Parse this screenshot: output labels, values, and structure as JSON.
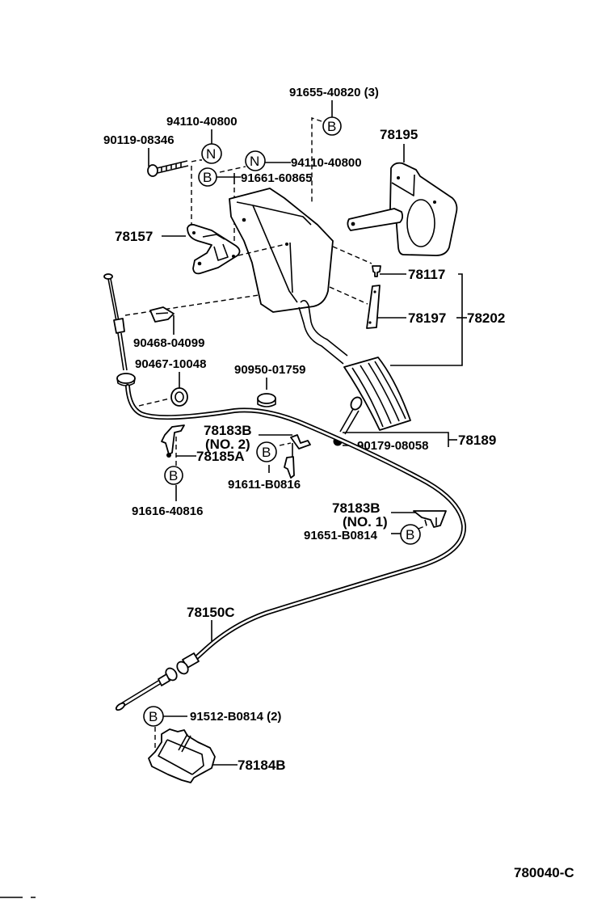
{
  "diagram": {
    "title": "Accelerator Pedal & Cable",
    "figure_code": "780040-C",
    "symbols": {
      "B": "B",
      "N": "N"
    },
    "parts": {
      "p91655": "91655-40820 (3)",
      "p94110_a": "94110-40800",
      "p90119": "90119-08346",
      "p94110_b": "94110-40800",
      "p91661": "91661-60865",
      "p78195": "78195",
      "p78157": "78157",
      "p78117": "78117",
      "p78197": "78197",
      "p78202": "78202",
      "p90468": "90468-04099",
      "p90467": "90467-10048",
      "p90950": "90950-01759",
      "p78183b_no2_a": "78183B",
      "p78183b_no2_b": "(NO. 2)",
      "p78185a": "78185A",
      "p91611": "91611-B0816",
      "p91616": "91616-40816",
      "p90179": "90179-08058",
      "p78189": "78189",
      "p78183b_no1_a": "78183B",
      "p78183b_no1_b": "(NO. 1)",
      "p91651": "91651-B0814",
      "p78150c": "78150C",
      "p91512": "91512-B0814 (2)",
      "p78184b": "78184B"
    }
  }
}
